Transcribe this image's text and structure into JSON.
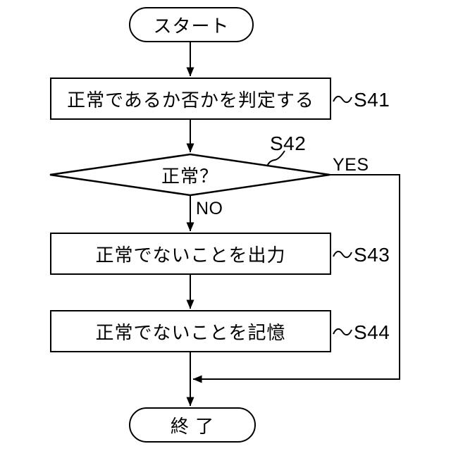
{
  "diagram": {
    "type": "flowchart",
    "colors": {
      "line": "#000000",
      "background": "#ffffff",
      "text": "#000000"
    },
    "nodes": {
      "start": {
        "shape": "terminal",
        "label": "スタート"
      },
      "s41": {
        "shape": "process",
        "label": "正常であるか否かを判定する",
        "step": "S41"
      },
      "s42": {
        "shape": "decision",
        "label": "正常？",
        "step": "S42"
      },
      "s43": {
        "shape": "process",
        "label": "正常でないことを出力",
        "step": "S43"
      },
      "s44": {
        "shape": "process",
        "label": "正常でないことを記憶",
        "step": "S44"
      },
      "end": {
        "shape": "terminal",
        "label": "終 了"
      }
    },
    "branches": {
      "yes": "YES",
      "no": "NO"
    },
    "edges": [
      {
        "from": "start",
        "to": "s41"
      },
      {
        "from": "s41",
        "to": "s42"
      },
      {
        "from": "s42",
        "to": "s43",
        "label": "NO"
      },
      {
        "from": "s42",
        "to": "end",
        "label": "YES"
      },
      {
        "from": "s43",
        "to": "s44"
      },
      {
        "from": "s44",
        "to": "end"
      }
    ]
  }
}
